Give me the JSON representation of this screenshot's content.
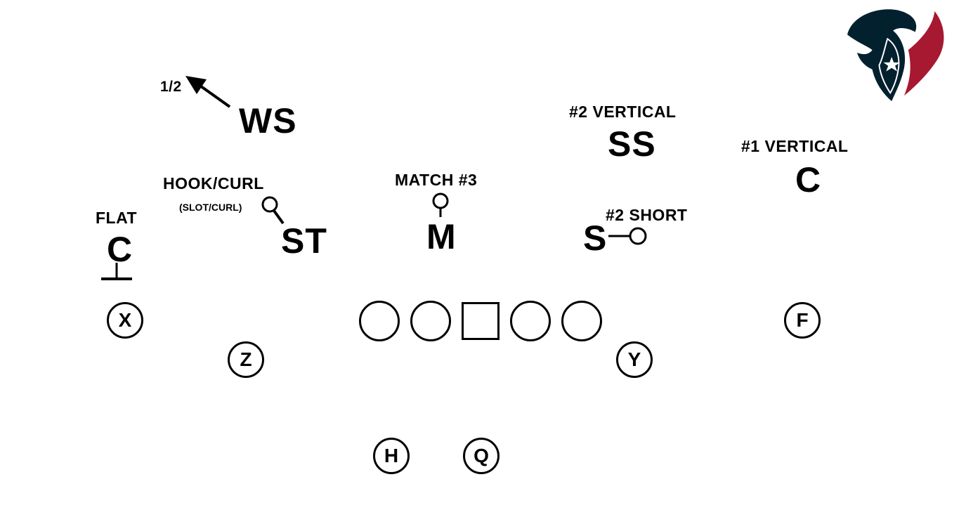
{
  "defenders": {
    "ws": "WS",
    "ss": "SS",
    "c_right": "C",
    "c_left": "C",
    "st": "ST",
    "m": "M",
    "s": "S"
  },
  "assignments": {
    "ws": "1/2",
    "ss": "#2 VERTICAL",
    "c_right": "#1 VERTICAL",
    "c_left": "FLAT",
    "st_main": "HOOK/CURL",
    "st_sub": "(SLOT/CURL)",
    "m": "MATCH #3",
    "s": "#2 SHORT"
  },
  "offense": {
    "x": "X",
    "z": "Z",
    "y": "Y",
    "f": "F",
    "h": "H",
    "q": "Q"
  },
  "logo": {
    "name": "houston-texans-logo",
    "colors": {
      "navy": "#03202F",
      "red": "#A71930",
      "white": "#FFFFFF"
    }
  }
}
